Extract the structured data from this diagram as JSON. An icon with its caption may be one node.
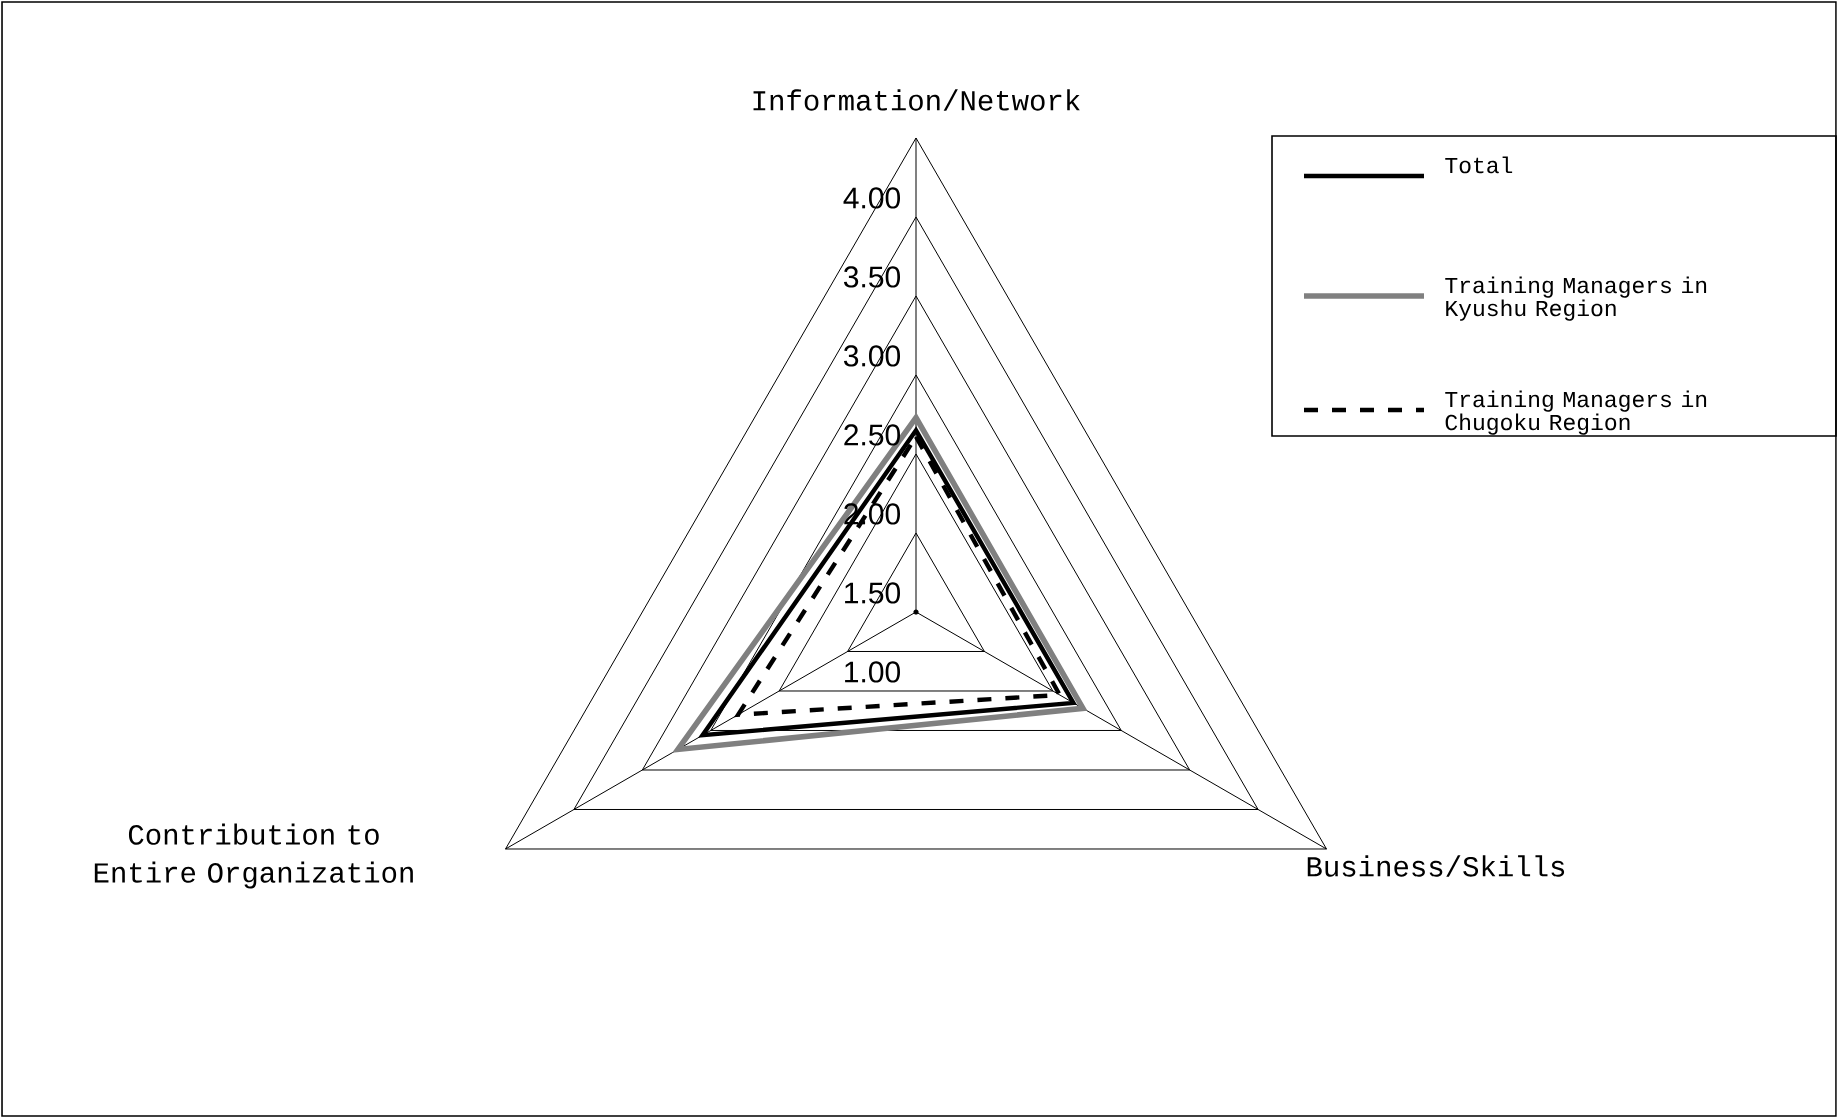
{
  "diagram": {
    "labels": [
      "Information/Network",
      "4.00",
      "3.50",
      "3.00",
      "2.50",
      "2.00",
      "1.50",
      "1.00",
      "Contribution to Entire Organization",
      "Business/Skills"
    ],
    "legend": [
      {
        "text": "Total"
      },
      {
        "text": "Training Managers in Kyushu Region"
      },
      {
        "text": "Training Managers in Chugoku Region"
      }
    ]
  }
}
